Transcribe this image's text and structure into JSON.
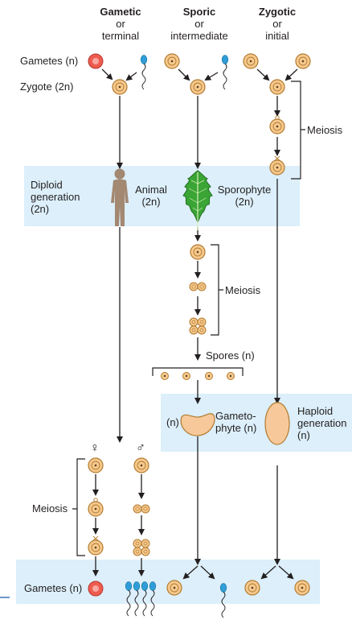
{
  "columns": [
    {
      "title": "Gametic",
      "or": "or",
      "subtitle": "terminal"
    },
    {
      "title": "Sporic",
      "or": "or",
      "subtitle": "intermediate"
    },
    {
      "title": "Zygotic",
      "or": "or",
      "subtitle": "initial"
    }
  ],
  "row_labels": {
    "gametes_top": "Gametes (n)",
    "zygote": "Zygote (2n)",
    "gametes_bottom": "Gametes (n)"
  },
  "diploid": {
    "label_line1": "Diploid",
    "label_line2": "generation",
    "label_line3": "(2n)",
    "animal_line1": "Animal",
    "animal_line2": "(2n)",
    "sporophyte_line1": "Sporophyte",
    "sporophyte_line2": "(2n)"
  },
  "meiosis_labels": {
    "zygotic": "Meiosis",
    "sporic": "Meiosis",
    "gametic": "Meiosis"
  },
  "spores_label": "Spores (n)",
  "haploid": {
    "gametophyte_prefix": "(n)",
    "gametophyte_line1": "Gameto-",
    "gametophyte_line2": "phyte (n)",
    "label_line1": "Haploid",
    "label_line2": "generation",
    "label_line3": "(n)"
  },
  "sex_symbols": {
    "female": "♀",
    "male": "♂"
  },
  "colors": {
    "band": "#dceffa",
    "cell_fill": "#f6c98e",
    "cell_stroke": "#b27a2e",
    "egg": "#ee5b4f",
    "sperm_head": "#2f9ed8",
    "plant_green": "#3aa535",
    "human": "#a38872",
    "gametophyte": "#f7c99a",
    "arrow": "#231f20"
  }
}
